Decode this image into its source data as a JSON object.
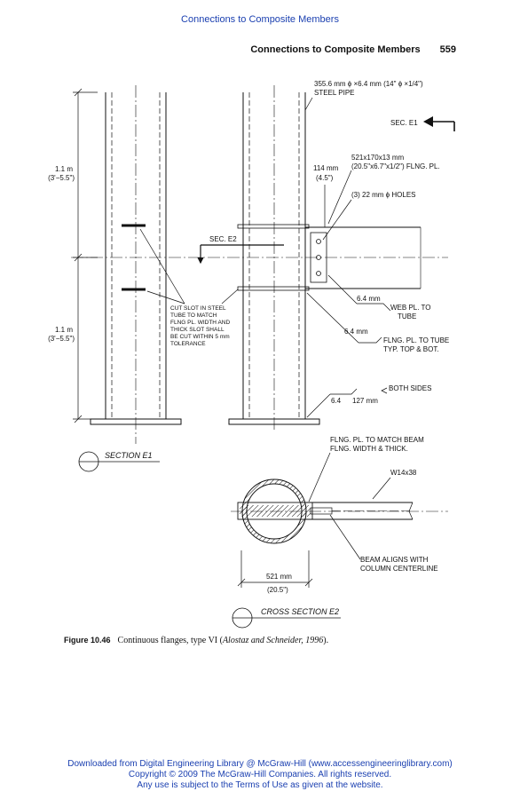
{
  "header": {
    "top_link": "Connections to Composite Members",
    "running_title": "Connections to Composite Members",
    "page_number": "559"
  },
  "figure": {
    "pipe_label_1": "355.6 mm ϕ ×6.4 mm (14\" ϕ ×1/4\")",
    "pipe_label_2": "STEEL PIPE",
    "sec_e1": "SEC. E1",
    "flng_pl_1": "521x170x13 mm",
    "flng_pl_2": "(20.5\"x6.7\"x1/2\") FLNG. PL.",
    "dim_114_1": "114 mm",
    "dim_114_2": "(4.5\")",
    "holes": "(3) 22 mm ϕ HOLES",
    "dim_top_1": "1.1 m",
    "dim_top_2": "(3'−5.5\")",
    "dim_bot_1": "1.1 m",
    "dim_bot_2": "(3'−5.5\")",
    "sec_e2": "SEC. E2",
    "web_dim": "6.4 mm",
    "web_pl_1": "WEB PL. TO",
    "web_pl_2": "TUBE",
    "flng_dim": "6.4 mm",
    "flng_tube_1": "FLNG. PL. TO TUBE",
    "flng_tube_2": "TYP. TOP & BOT.",
    "slot_note": [
      "CUT SLOT IN STEEL",
      "TUBE  TO  MATCH",
      "FLNG PL. WIDTH AND",
      "THICK  SLOT  SHALL",
      "BE CUT WITHIN 5 mm",
      "TOLERANCE"
    ],
    "both_sides": "BOTH SIDES",
    "weld_6_4": "6.4",
    "weld_127": "127 mm",
    "section_e1": "SECTION E1",
    "flng_match_1": "FLNG. PL. TO MATCH BEAM",
    "flng_match_2": "FLNG. WIDTH & THICK.",
    "beam_size": "W14x38",
    "beam_aligns_1": "BEAM ALIGNS WITH",
    "beam_aligns_2": "COLUMN CENTERLINE",
    "dim_521_1": "521 mm",
    "dim_521_2": "(20.5\")",
    "cross_section_e2": "CROSS SECTION E2"
  },
  "caption": {
    "label": "Figure 10.46",
    "text": "Continuous flanges, type VI (",
    "cite": "Alostaz and Schneider, 1996",
    "end": ")."
  },
  "footer": {
    "line1": "Downloaded from Digital Engineering Library @ McGraw-Hill (www.accessengineeringlibrary.com)",
    "line2": "Copyright © 2009 The McGraw-Hill Companies. All rights reserved.",
    "line3": "Any use is subject to the Terms of Use as given at the website."
  }
}
